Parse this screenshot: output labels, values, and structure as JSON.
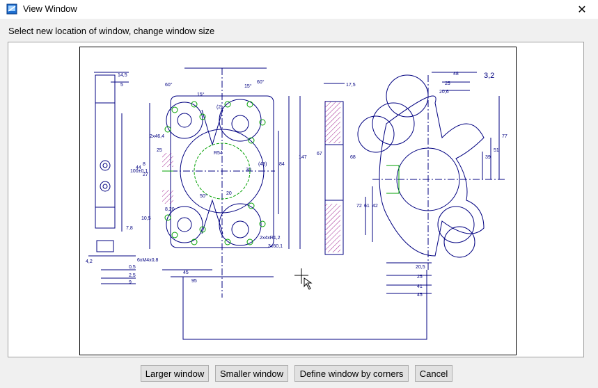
{
  "window": {
    "title": "View Window",
    "close_glyph": "✕",
    "icon": "view-window-app-icon"
  },
  "instruction": "Select new location of window, change window size",
  "buttons": {
    "larger": "Larger window",
    "smaller": "Smaller window",
    "define": "Define window by corners",
    "cancel": "Cancel"
  },
  "drawing": {
    "dims": [
      "14,5",
      "5",
      "17,5",
      "48",
      "25",
      "20,6",
      "3,2",
      "77",
      "51",
      "39",
      "147",
      "84",
      "68",
      "67",
      "72",
      "61",
      "42",
      "20,5",
      "25",
      "41",
      "45",
      "45",
      "95",
      "10,5",
      "7,8",
      "4,2",
      "0,5",
      "2,5",
      "9",
      "60°",
      "60°",
      "15°",
      "15°",
      "(2)",
      "R54",
      "2x46,4",
      "44",
      "27",
      "8",
      "25",
      "2x4xR1,2",
      "3x60,1",
      "(43)",
      "30",
      "20",
      "8,20",
      "100±0,1",
      "50°",
      "6xM4x0,8"
    ]
  },
  "colors": {
    "drawing_lines": "#000080",
    "green_holes": "#00a000",
    "hatch": "#a0208f"
  }
}
